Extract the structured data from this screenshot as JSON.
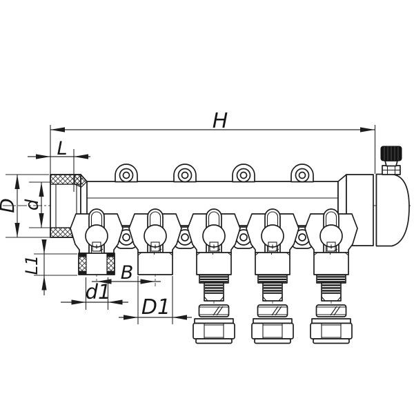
{
  "drawing": {
    "kind": "technical-line-drawing",
    "subject": "five-outlet water manifold with ball valves, compression fittings and air vent",
    "colors": {
      "background": "#ffffff",
      "line": "#1d1d1d",
      "vent_knob": "#141414"
    }
  },
  "labels": {
    "H": "H",
    "L": "L",
    "D": "D",
    "d": "d",
    "L1": "L1",
    "B": "B",
    "d1": "d1",
    "D1": "D1"
  }
}
